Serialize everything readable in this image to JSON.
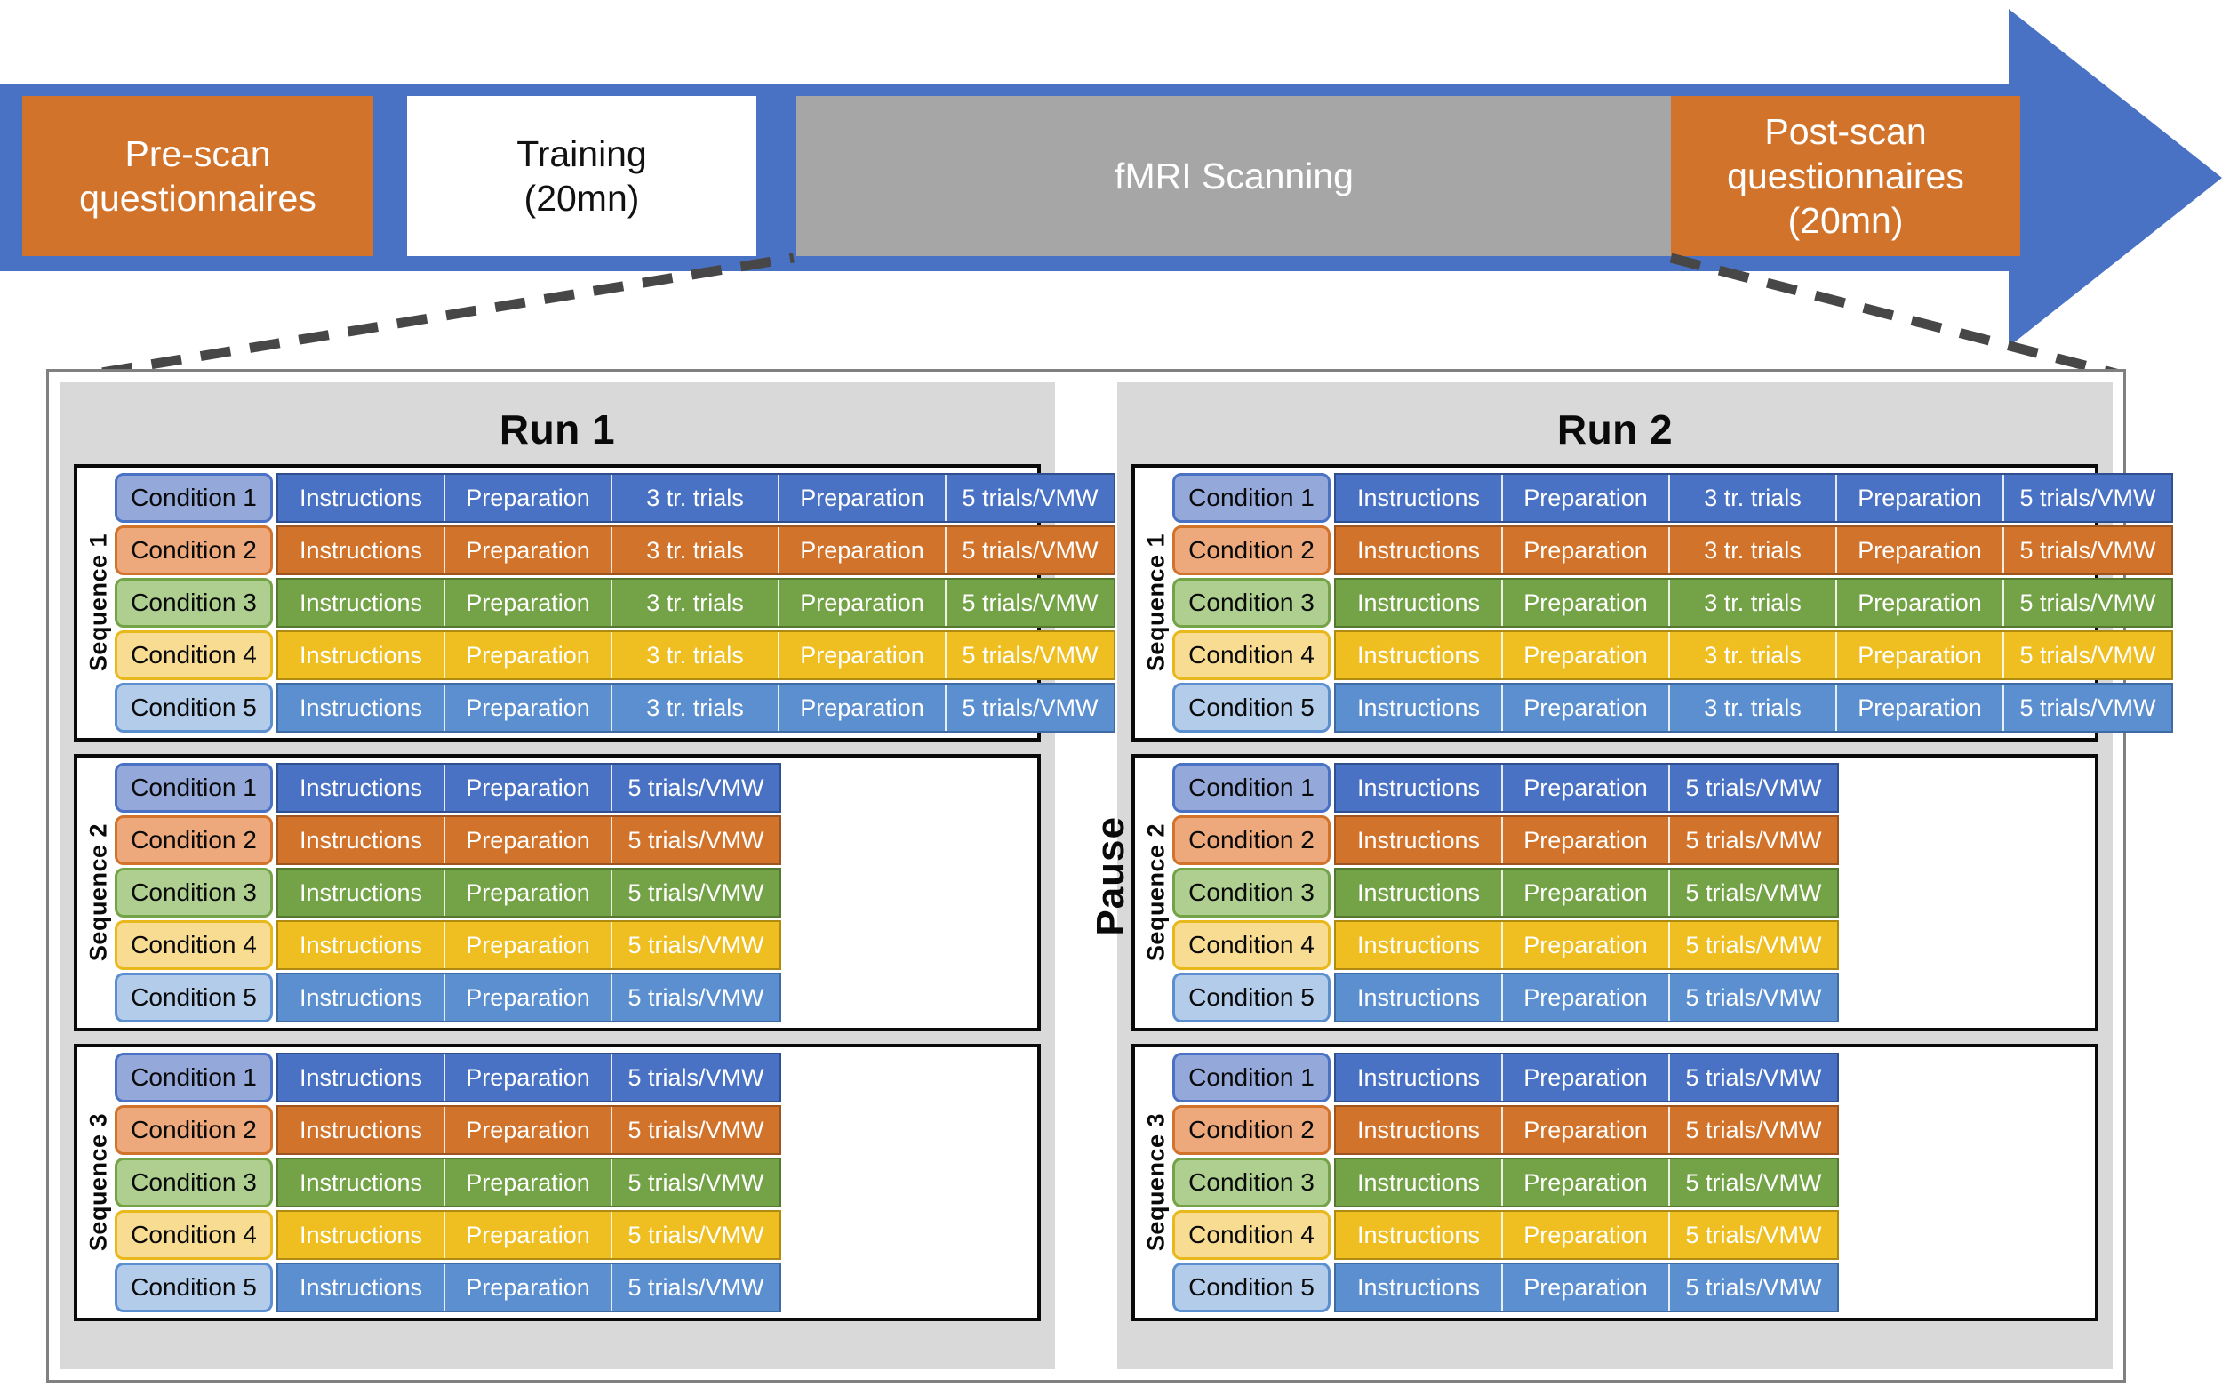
{
  "timeline": {
    "phases": [
      {
        "id": "pre-scan",
        "label": "Pre-scan\nquestionnaires",
        "style": "orange"
      },
      {
        "id": "training",
        "label": "Training\n(20mn)",
        "style": "white"
      },
      {
        "id": "fmri",
        "label": "fMRI Scanning",
        "style": "gray"
      },
      {
        "id": "post-scan",
        "label": "Post-scan\nquestionnaires\n(20mn)",
        "style": "orange"
      }
    ],
    "arrow_color": "#4A72C4",
    "orange_color": "#D2732B",
    "gray_color": "#A6A6A6"
  },
  "pause": {
    "label": "Pause"
  },
  "conditions": [
    {
      "name": "Condition 1",
      "chip_fill": "#95A8DA",
      "chip_border": "#4A72C4",
      "strip_fill": "#4A72C4",
      "strip_border": "#2F4F8F"
    },
    {
      "name": "Condition 2",
      "chip_fill": "#EDA97C",
      "chip_border": "#D2732B",
      "strip_fill": "#D2732B",
      "strip_border": "#9C5420"
    },
    {
      "name": "Condition 3",
      "chip_fill": "#AECF8F",
      "chip_border": "#74A247",
      "strip_fill": "#74A247",
      "strip_border": "#54782F"
    },
    {
      "name": "Condition 4",
      "chip_fill": "#F8DC92",
      "chip_border": "#E8B81C",
      "strip_fill": "#EFBE20",
      "strip_border": "#B08B12"
    },
    {
      "name": "Condition 5",
      "chip_fill": "#B3CCEA",
      "chip_border": "#5B8FD0",
      "strip_fill": "#5B8FD0",
      "strip_border": "#3E6BA3"
    }
  ],
  "stages": {
    "long": [
      "Instructions",
      "Preparation",
      "3 tr. trials",
      "Preparation",
      "5 trials/VMW"
    ],
    "short": [
      "Instructions",
      "Preparation",
      "5 trials/VMW"
    ]
  },
  "runs": [
    {
      "title": "Run 1",
      "sequences": [
        {
          "label": "Sequence 1",
          "variant": "long"
        },
        {
          "label": "Sequence 2",
          "variant": "short"
        },
        {
          "label": "Sequence 3",
          "variant": "short"
        }
      ]
    },
    {
      "title": "Run 2",
      "sequences": [
        {
          "label": "Sequence 1",
          "variant": "long"
        },
        {
          "label": "Sequence 2",
          "variant": "short"
        },
        {
          "label": "Sequence 3",
          "variant": "short"
        }
      ]
    }
  ]
}
